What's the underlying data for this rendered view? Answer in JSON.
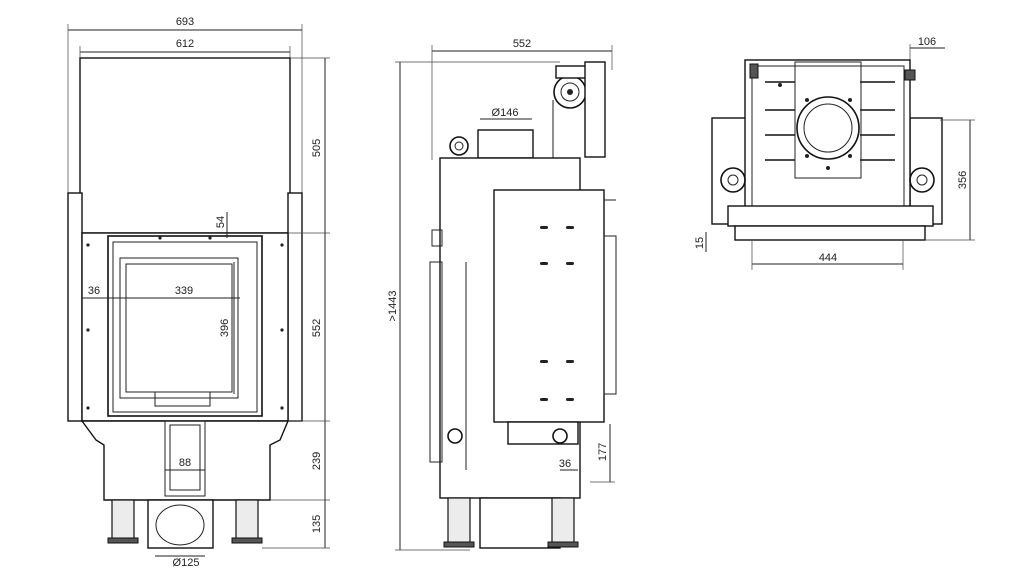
{
  "front_view": {
    "width_outer": "693",
    "width_frame": "612",
    "height_top": "505",
    "gap_top": "54",
    "height_door": "552",
    "height_base": "239",
    "height_legs": "135",
    "glass_offset": "36",
    "glass_width": "339",
    "glass_height": "396",
    "ash_width": "88",
    "flue_diameter": "Ø125"
  },
  "side_view": {
    "depth": "552",
    "total_height": ">1443",
    "outlet_diameter": "Ø146",
    "air_offset": "36",
    "air_height": "177"
  },
  "top_view": {
    "right_margin": "106",
    "depth_dim": "356",
    "bottom_gap": "15",
    "inner_width": "444"
  }
}
